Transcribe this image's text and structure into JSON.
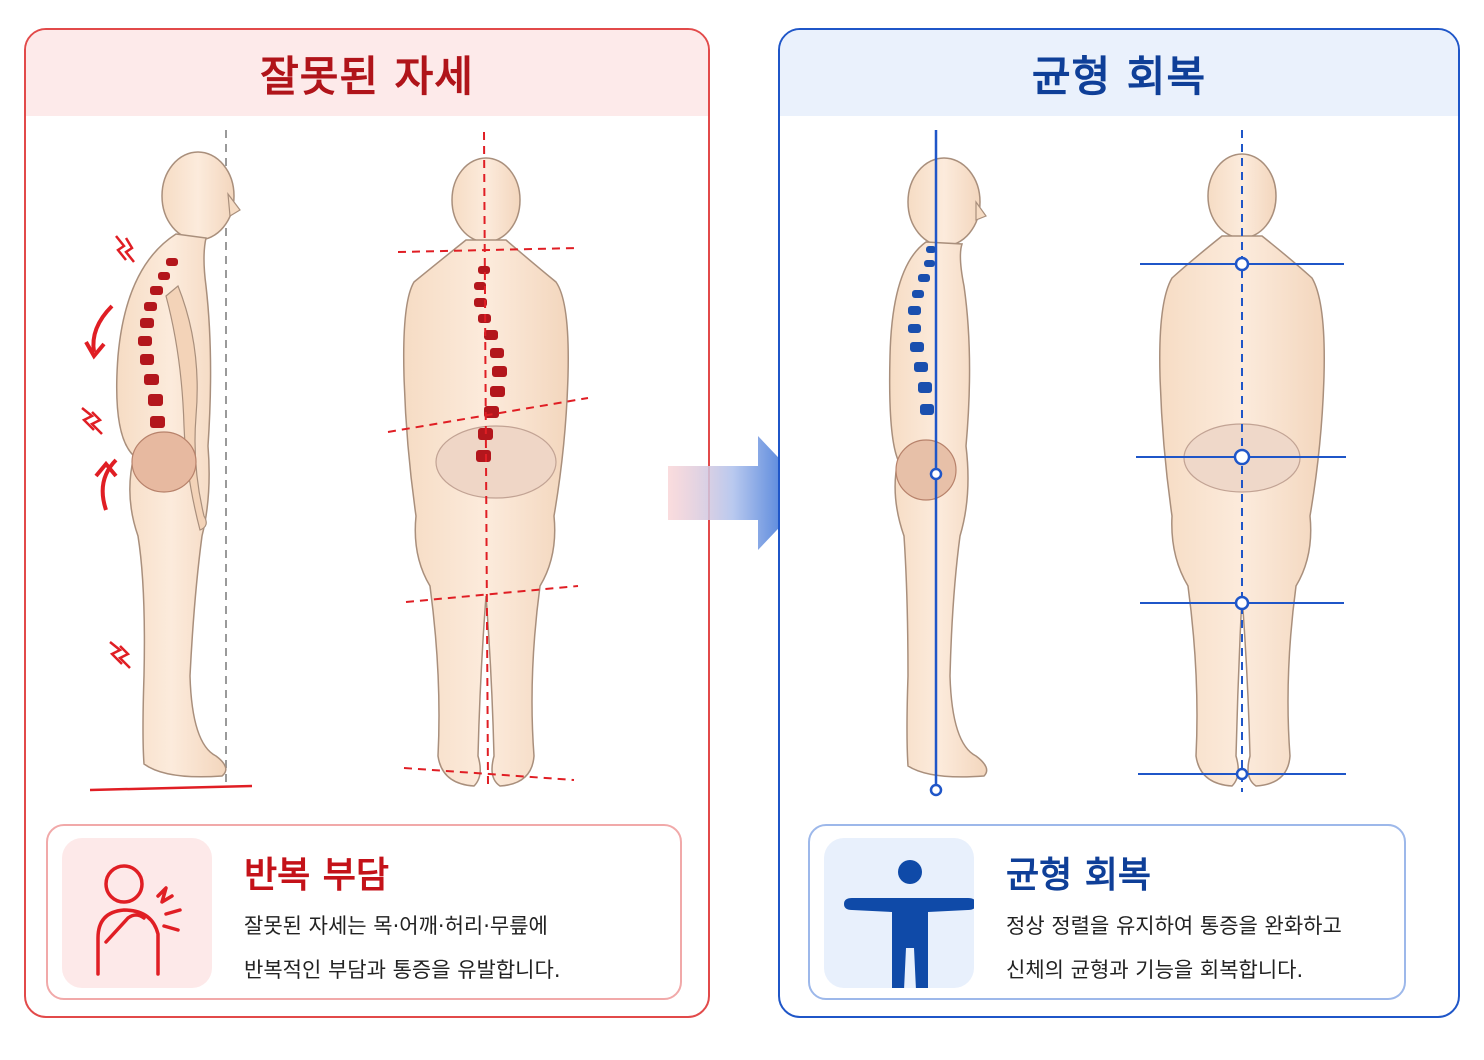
{
  "left_panel": {
    "title": "잘못된 자세",
    "info_title": "반복 부담",
    "info_line1": "잘못된 자세는 목·어깨·허리·무릎에",
    "info_line2": "반복적인 부담과 통증을 유발합니다.",
    "accent_color": "#c41219",
    "icon": "shoulder-pain-icon"
  },
  "right_panel": {
    "title": "균형 회복",
    "info_title": "균형 회복",
    "info_line1": "정상 정렬을 유지하여 통증을 완화하고",
    "info_line2": "신체의 균형과 기능을 회복합니다.",
    "accent_color": "#0f3f98",
    "icon": "balanced-person-icon"
  },
  "transition_icon": "right-arrow-icon"
}
